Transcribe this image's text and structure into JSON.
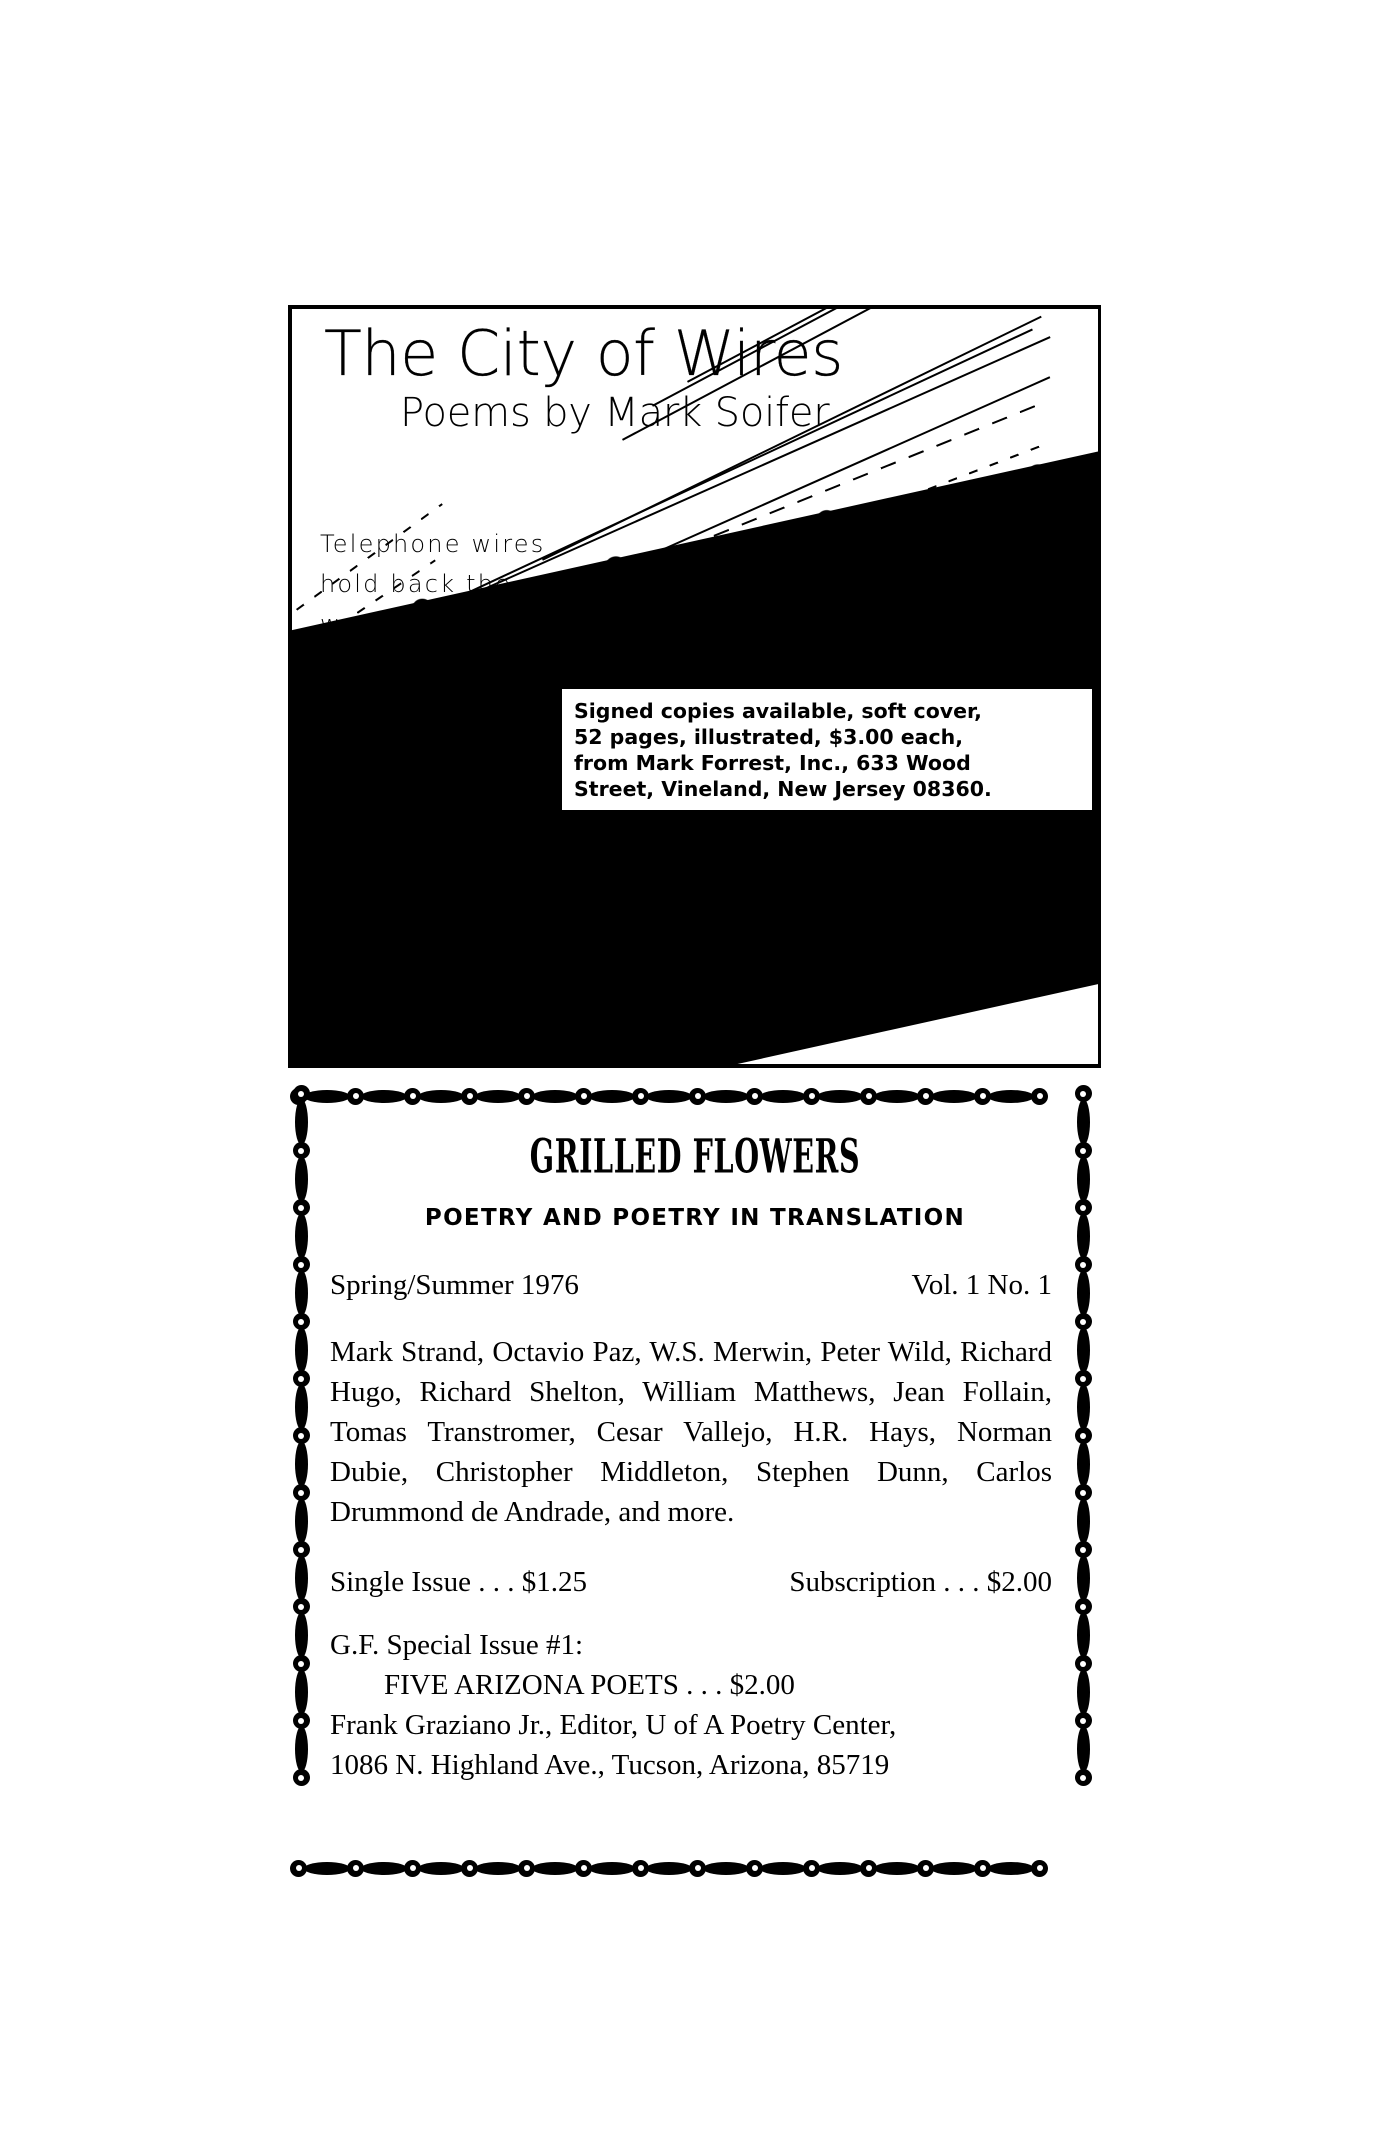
{
  "page": {
    "background_color": "#ffffff",
    "ink_color": "#000000"
  },
  "ad_wires": {
    "title": "The City of Wires",
    "subtitle": "Poems by Mark Soifer",
    "poem_lines": [
      "Telephone wires",
      "hold back the woods",
      "won't let the sky take over..."
    ],
    "order_box": {
      "line1": "Signed copies available, soft cover,",
      "line2": "52 pages, illustrated, $3.00 each,",
      "line3": "from Mark Forrest, Inc., 633 Wood",
      "line4": "Street, Vineland, New Jersey 08360."
    },
    "photo_alt": "photograph-of-telephone-wires-over-treeline"
  },
  "ad_grilled": {
    "title": "GRILLED FLOWERS",
    "subtitle": "POETRY AND POETRY IN TRANSLATION",
    "issue_date": "Spring/Summer 1976",
    "issue_number": "Vol. 1  No. 1",
    "contributors": "Mark Strand, Octavio Paz, W.S. Merwin, Peter Wild, Richard Hugo, Richard Shelton, William Matthews, Jean Follain, Tomas Transtromer, Cesar Vallejo, H.R. Hays, Norman Dubie, Christopher Middleton, Stephen Dunn, Carlos Drummond de Andrade, and more.",
    "single_issue": "Single Issue . . . $1.25",
    "subscription": "Subscription . . . $2.00",
    "special_label": "G.F. Special Issue #1:",
    "special_title": "FIVE ARIZONA POETS . . . $2.00",
    "editor_line": "Frank Graziano Jr., Editor, U of A Poetry Center,",
    "address_line": "1086 N. Highland Ave., Tucson, Arizona, 85719"
  }
}
